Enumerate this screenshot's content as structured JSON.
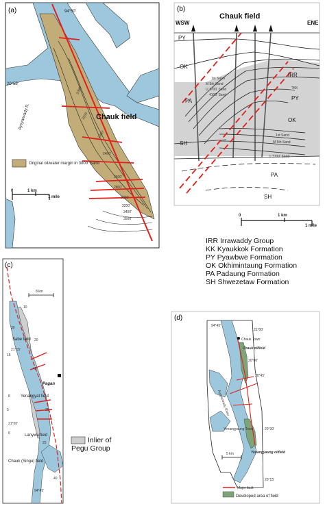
{
  "panel_a": {
    "label": "(a)",
    "lon": "94°50'",
    "lat": "20°55'",
    "river": "Ayeyarwady R.",
    "field": "Chauk field",
    "contours": [
      "2000'",
      "2200'",
      "2200'",
      "2400'",
      "2600'",
      "2800'",
      "3000'",
      "3200'",
      "3400'",
      "3500'"
    ],
    "legend": "Original oil/water margin in 3000' Sand",
    "scale_km": "1 km",
    "scale_mile": "1 mile",
    "scale_zero": "0"
  },
  "panel_b": {
    "label": "(b)",
    "title": "Chauk field",
    "left": "WSW",
    "right": "ENE",
    "units": [
      "PY",
      "OK",
      "PA",
      "SH",
      "IRR",
      "?KK",
      "PY",
      "OK",
      "PA",
      "SH"
    ],
    "sands": [
      "1st Sand",
      "M 5th Sand",
      "U 3700' Sand",
      "4100' Sand",
      "1st Sand",
      "M 5th Sand",
      "U 3700' Sand"
    ],
    "scale_zero": "0",
    "scale_km": "1 km",
    "scale_mile": "1 mile"
  },
  "formations": [
    "IRR Irrawaddy Group",
    "KK  Kyaukkok Formation",
    "PY  Pyawbwe Formation",
    "OK  Okhimintaung Formation",
    "PA  Padaung Formation",
    "SH  Shwezetaw Formation"
  ],
  "panel_c": {
    "label": "(c)",
    "scale": "8 km",
    "lat1": "21°15'",
    "lat2": "21°00'",
    "lon": "94°45'",
    "fields": [
      "Sabe field",
      "Yenangyat field",
      "Lanywa field",
      "Chauk (Singu) field"
    ],
    "town": "Pagan",
    "legend": "Inlier of Pegu Group",
    "dips": [
      "10",
      "30",
      "15",
      "20",
      "45",
      "8",
      "5",
      "25",
      "6",
      "25",
      "40"
    ]
  },
  "panel_d": {
    "label": "(d)",
    "lon": "94°45'",
    "lat1": "21°00'",
    "lat2": "20°45'",
    "lat3": "20°30'",
    "lat4": "20°15'",
    "lat_mid": "20°00'",
    "town1": "Chauk Town",
    "field1": "Chauk oilfield",
    "town2": "Yenangyaung Town",
    "field2": "Yenangyaung oilfield",
    "river": "Ayeyarwady River",
    "scale": "5 km",
    "legend_fault": "Major fault",
    "legend_area": "Developed area of field"
  },
  "colors": {
    "water": "#9cc7dd",
    "oil": "#c2ad78",
    "inlier": "#cfcfcf",
    "fault": "#e0201b",
    "field_green": "#7ea57a",
    "section_gray": "#d3d3d3"
  }
}
